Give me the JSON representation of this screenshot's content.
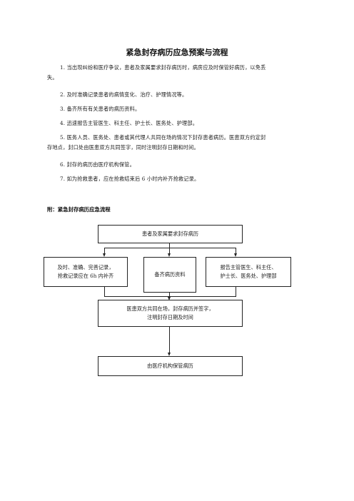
{
  "title": "紧急封存病历应急预案与流程",
  "paragraphs": [
    {
      "line1": "1. 当出现纠纷和医疗争议，患者及家属要求封存病历时，病房应及时保管好病历，以免丢",
      "line2": "失。"
    },
    {
      "line1": "2. 及时准确记录患者的病情变化、治疗、护理情况等。"
    },
    {
      "line1": "3. 备齐所有有关患者的病历资料。"
    },
    {
      "line1": "4. 迅速报告主管医生、科主任、护士长、医务处、护理部。"
    },
    {
      "line1": "5. 医务人员、医务处、患者或其代理人共同在场的情况下封存患者病历。医患双方约定封",
      "line2": "存地点，封口处由医患双方共同签字，同时注明封存日期和时间。"
    },
    {
      "line1": "6. 封存的病历由医疗机构保管。"
    },
    {
      "line1": "7. 如为抢救患者，应在抢救结束后 6 小时内补齐抢救记录。"
    }
  ],
  "appendix_label": "附：紧急封存病历应急流程",
  "flow": {
    "start": "患者及家属要求封存病历",
    "left_line1": "及时、准确、完善记录，",
    "left_line2": "抢救记录应在 6h 内补齐",
    "middle": "备齐病历资料",
    "right_line1": "报告主管医生、科主任、",
    "right_line2": "护士长、医务处、护理部",
    "seal_line1": "医患双方共同在场，封存病历并签字，",
    "seal_line2": "注明封存日期及时间",
    "keep": "由医疗机构保管病历"
  }
}
